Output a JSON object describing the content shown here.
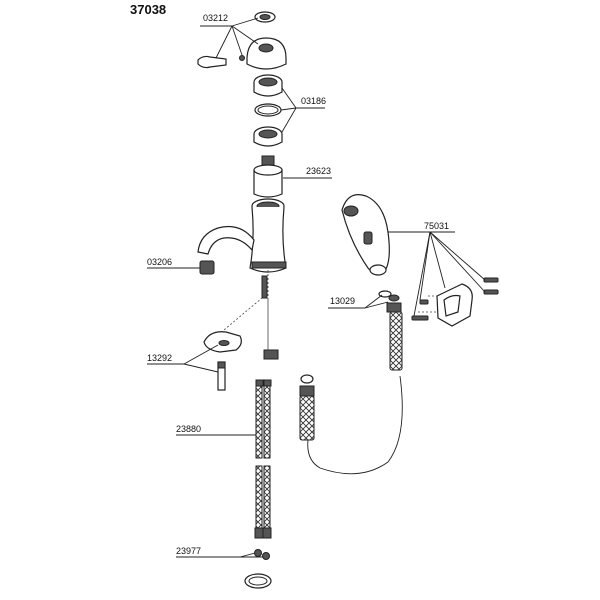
{
  "diagram_id": "37038",
  "labels": {
    "p03212": "03212",
    "p03186": "03186",
    "p23623": "23623",
    "p75031": "75031",
    "p03206": "03206",
    "p13029": "13029",
    "p13292": "13292",
    "p23880": "23880",
    "p23977": "23977"
  }
}
